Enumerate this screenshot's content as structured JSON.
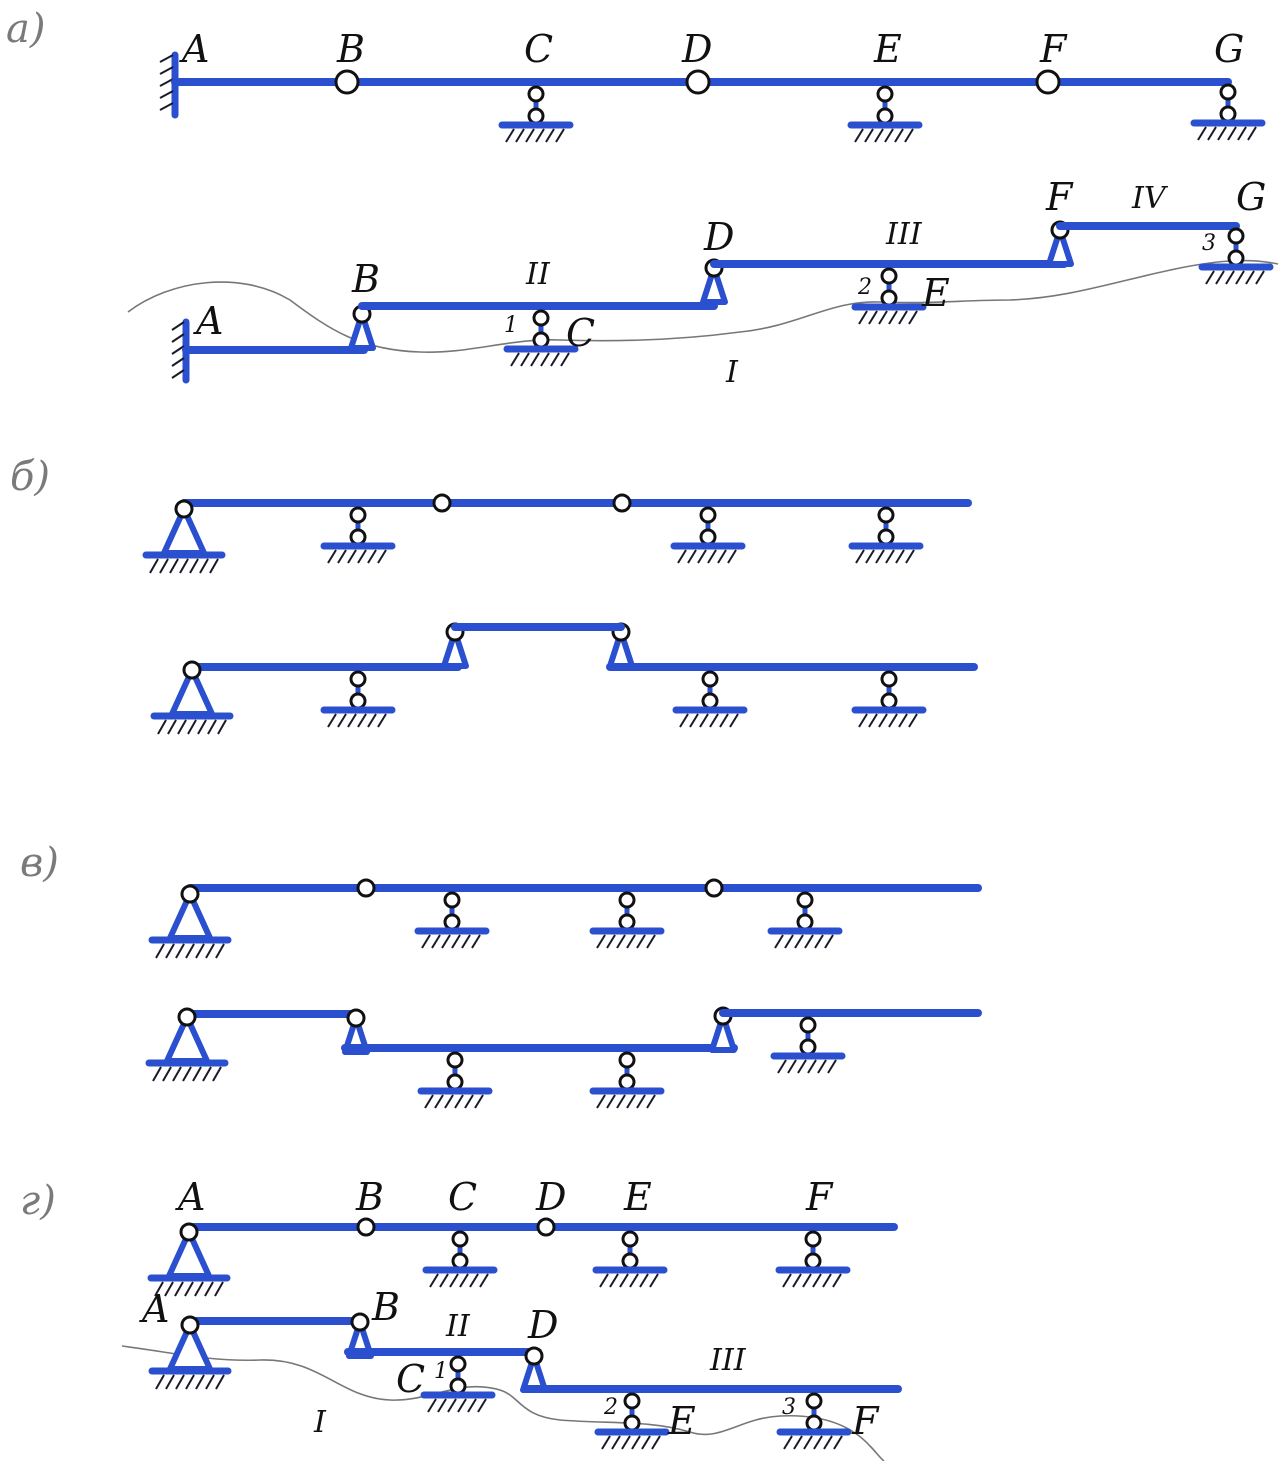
{
  "panels": {
    "a": "а)",
    "b": "б)",
    "v": "в)",
    "g": "г)"
  },
  "a_top": {
    "A": "A",
    "B": "B",
    "C": "C",
    "D": "D",
    "E": "E",
    "F": "F",
    "G": "G"
  },
  "a_bottom": {
    "A": "A",
    "B": "B",
    "C": "C",
    "D": "D",
    "E": "E",
    "F": "F",
    "G": "G",
    "n1": "1",
    "n2": "2",
    "n3": "3",
    "r1": "I",
    "r2": "II",
    "r3": "III",
    "r4": "IV"
  },
  "g_top": {
    "A": "A",
    "B": "B",
    "C": "C",
    "D": "D",
    "E": "E",
    "F": "F"
  },
  "g_bottom": {
    "A": "A",
    "B": "B",
    "C": "C",
    "D": "D",
    "E": "E",
    "F": "F",
    "n1": "1",
    "n2": "2",
    "n3": "3",
    "r1": "I",
    "r2": "II",
    "r3": "III"
  },
  "colors": {
    "beam": "#2a4fcf",
    "joint": "#111111",
    "curve": "#777777"
  }
}
